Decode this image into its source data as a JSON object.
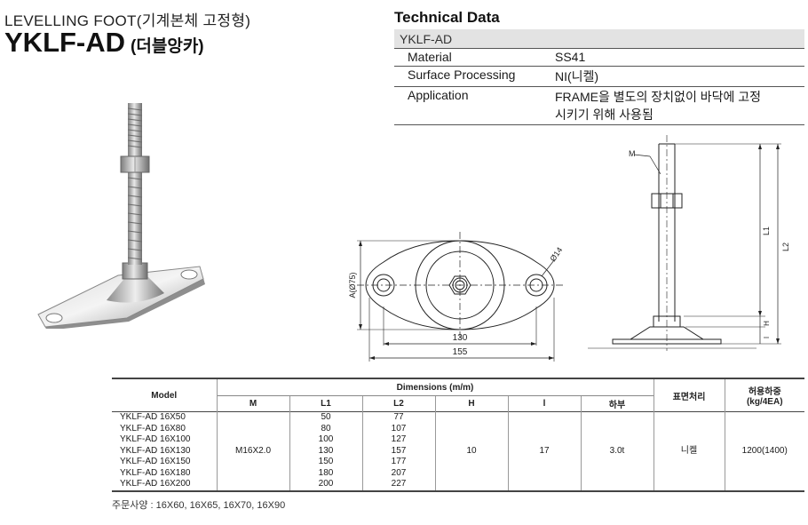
{
  "header": {
    "subtitle": "LEVELLING FOOT(기계본체 고정형)",
    "title": "YKLF-AD",
    "title_suffix": "(더블앙카)"
  },
  "technical_data": {
    "heading": "Technical Data",
    "model": "YKLF-AD",
    "rows": [
      {
        "label": "Material",
        "value": "SS41"
      },
      {
        "label": "Surface Processing",
        "value": "NI(니켈)"
      },
      {
        "label": "Application",
        "value": "FRAME을 별도의 장치없이 바닥에 고정",
        "value2": "시키기 위해 사용됨"
      }
    ]
  },
  "front_drawing": {
    "label_a": "A(Ø75)",
    "label_hole": "Ø14",
    "dim_inner": "130",
    "dim_outer": "155"
  },
  "side_drawing": {
    "label_m": "M",
    "label_l1": "L1",
    "label_l2": "L2",
    "label_h": "H",
    "label_l": "l"
  },
  "dimensions_table": {
    "col_model": "Model",
    "col_dimensions": "Dimensions (m/m)",
    "col_surface": "표면처리",
    "col_load": "허용하중",
    "col_load_unit": "(kg/4EA)",
    "sub_m": "M",
    "sub_l1": "L1",
    "sub_l2": "L2",
    "sub_h": "H",
    "sub_l": "l",
    "sub_load": "하부",
    "rows": [
      {
        "model": "YKLF-AD 16X50",
        "l1": "50",
        "l2": "77"
      },
      {
        "model": "YKLF-AD 16X80",
        "l1": "80",
        "l2": "107"
      },
      {
        "model": "YKLF-AD 16X100",
        "l1": "100",
        "l2": "127"
      },
      {
        "model": "YKLF-AD 16X130",
        "l1": "130",
        "l2": "157"
      },
      {
        "model": "YKLF-AD 16X150",
        "l1": "150",
        "l2": "177"
      },
      {
        "model": "YKLF-AD 16X180",
        "l1": "180",
        "l2": "207"
      },
      {
        "model": "YKLF-AD 16X200",
        "l1": "200",
        "l2": "227"
      }
    ],
    "m_value": "M16X2.0",
    "h_value": "10",
    "l_value": "17",
    "load_value": "3.0t",
    "surface_value": "니켈",
    "allow_value": "1200(1400)"
  },
  "order_note": "주문사양 : 16X60, 16X65, 16X70, 16X90"
}
